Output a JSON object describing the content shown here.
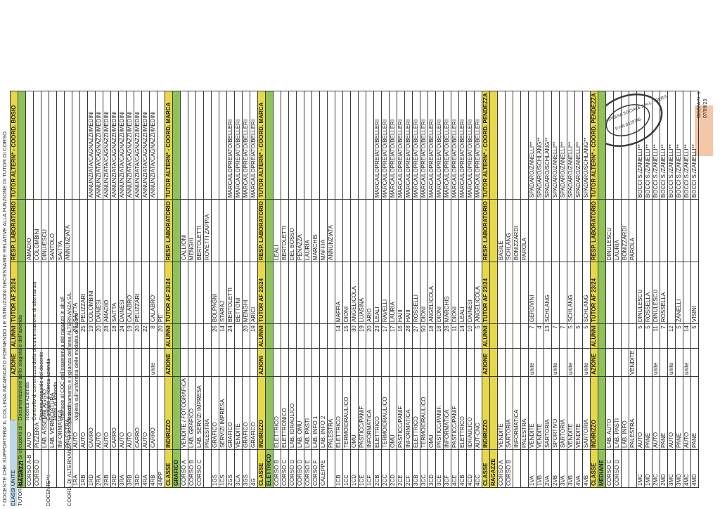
{
  "header": {
    "bozza": "BOZZA N. 1",
    "date": "07/09/23"
  },
  "table": {
    "columns": [
      "CLASSE",
      "INDIRIZZO",
      "AZIONE",
      "ALUNNI",
      "TUTOR AF 23/24",
      "RESP. LABORATORIO",
      "TUTOR ALTERN* - COORD. BOSIO"
    ],
    "rows": [
      {
        "kind": "hdr",
        "cells": [
          "CLASSE",
          "INDIRIZZO",
          "AZIONE",
          "ALUNNI",
          "TUTOR AF 23/24",
          "RESP. LABORATORIO",
          "TUTOR ALTERN* - COORD. BOSIO"
        ]
      },
      {
        "kind": "sec",
        "cells": [
          "RAGAZZI",
          "",
          "",
          "",
          "",
          "",
          ""
        ]
      },
      {
        "kind": "row",
        "cells": [
          "CORSO A-B",
          "AUTO",
          "",
          "",
          "",
          "AMADIO",
          ""
        ]
      },
      {
        "kind": "row",
        "cells": [
          "CORSO D",
          "PIZZERIA",
          "",
          "",
          "",
          "COLOMBINI",
          ""
        ]
      },
      {
        "kind": "row",
        "cells": [
          "",
          "LAB. ASSEMBLAGGIO",
          "",
          "",
          "",
          "DINU/ESCU",
          ""
        ]
      },
      {
        "kind": "row",
        "cells": [
          "",
          "LAB. VERNICIATURA",
          "",
          "",
          "",
          "SANTOLO",
          ""
        ]
      },
      {
        "kind": "row",
        "cells": [
          "",
          "INFORMATICA",
          "",
          "",
          "",
          "SAITTA",
          ""
        ]
      },
      {
        "kind": "row",
        "cells": [
          "",
          "PALESTRA",
          "",
          "",
          "",
          "ANNUNZIATA",
          ""
        ]
      },
      {
        "kind": "row",
        "cells": [
          "1RA",
          "AUTO",
          "",
          "26",
          "SAITTA",
          "",
          ""
        ]
      },
      {
        "kind": "row",
        "cells": [
          "1RB",
          "AUTO",
          "",
          "25",
          "PELIZZARI",
          "",
          ""
        ]
      },
      {
        "kind": "row",
        "cells": [
          "1RD",
          "CARRO",
          "",
          "19",
          "COLOMBINI",
          "",
          "ANNUNZIATA/CAGNAZZI/MEDINI"
        ]
      },
      {
        "kind": "row",
        "cells": [
          "2RA",
          "AUTO",
          "",
          "20",
          "DAINESI",
          "",
          "ANNUNZIATA/CAGNAZZI/MEDINI"
        ]
      },
      {
        "kind": "row",
        "cells": [
          "2RB",
          "AUTO",
          "",
          "28",
          "AMADIO",
          "",
          "ANNUNZIATA/CAGNAZZI/MEDINI"
        ]
      },
      {
        "kind": "row",
        "cells": [
          "2RD",
          "CARRO",
          "",
          "18",
          "SAITTA",
          "",
          "ANNUNZIATA/CAGNAZZI/MEDINI"
        ]
      },
      {
        "kind": "row",
        "cells": [
          "3RA",
          "AUTO",
          "",
          "24",
          "DAINESI",
          "",
          "ANNUNZIATA/CAGNAZZI/MEDINI"
        ]
      },
      {
        "kind": "row",
        "cells": [
          "3RB",
          "AUTO",
          "",
          "19",
          "CALABRO'",
          "",
          "ANNUNZIATA/CAGNAZZI/MEDINI"
        ]
      },
      {
        "kind": "row",
        "cells": [
          "3RD",
          "CARRO",
          "",
          "20",
          "PELIZZARI",
          "",
          "ANNUNZIATA/CAGNAZZI/MEDINI"
        ]
      },
      {
        "kind": "row",
        "cells": [
          "4RA",
          "AUTO",
          "",
          "22",
          "",
          "",
          "ANNUNZIATA/CAGNAZZI/MEDINI"
        ]
      },
      {
        "kind": "row",
        "cells": [
          "4RB",
          "CARRO",
          "unite",
          "8",
          "CALABRO'",
          "",
          "ANNUNZIATA/CAGNAZZI/MEDINI"
        ]
      },
      {
        "kind": "row",
        "cells": [
          "4APP",
          "",
          "",
          "20",
          "PE'",
          "",
          ""
        ]
      },
      {
        "kind": "hdr",
        "cells": [
          "CLASSE",
          "INDIRIZZO",
          "AZIONE",
          "ALUNNI",
          "TUTOR AF 23/24",
          "RESP. LABORATORIO",
          "TUTOR ALTERN* - COORD. MARCA"
        ]
      },
      {
        "kind": "sec",
        "cells": [
          "GRAFICO",
          "",
          "",
          "",
          "",
          "",
          ""
        ]
      },
      {
        "kind": "row",
        "cells": [
          "CORSO A",
          "VENDITE / FOTOGRAFICA",
          "",
          "",
          "",
          "CALLIONI",
          ""
        ]
      },
      {
        "kind": "row",
        "cells": [
          "CORSO B",
          "LAB. GRAFICO",
          "",
          "",
          "",
          "MENGHI",
          ""
        ]
      },
      {
        "kind": "row",
        "cells": [
          "CORSO C",
          "LAB. SERVIZI IMPRESA",
          "",
          "",
          "",
          "BERTOLETTI",
          ""
        ]
      },
      {
        "kind": "row",
        "cells": [
          "",
          "PALESTRA",
          "",
          "",
          "",
          "ROVETTI ZAPPIA",
          ""
        ]
      },
      {
        "kind": "row",
        "cells": [
          "1GS",
          "GRAFICO",
          "",
          "26",
          "BOLPAGNI",
          "",
          ""
        ]
      },
      {
        "kind": "row",
        "cells": [
          "1CS",
          "SERVIZI IMPRESA",
          "",
          "14",
          "STARAJ",
          "",
          ""
        ]
      },
      {
        "kind": "row",
        "cells": [
          "2GS",
          "GRAFICO",
          "",
          "24",
          "BERTOLETTI",
          "",
          "MARCA/LOPREIATO/BELLERI"
        ]
      },
      {
        "kind": "row",
        "cells": [
          "3CA",
          "VENDITE",
          "",
          "",
          "BETTONI",
          "",
          "MARCA/LOPREIATO/BELLERI"
        ]
      },
      {
        "kind": "row",
        "cells": [
          "3GS",
          "GRAFICO",
          "",
          "20",
          "MENGHI",
          "",
          "MARCA/LOPREIATO/BELLERI"
        ]
      },
      {
        "kind": "row",
        "cells": [
          "4G",
          "GRAFICO",
          "",
          "19",
          "ARICI",
          "",
          "MARCA/LOPREIATO/BELLERI"
        ]
      },
      {
        "kind": "hdr",
        "cells": [
          "CLASSE",
          "INDIRIZZO",
          "AZIONI",
          "ALUNNI",
          "TUTOR AF 23/24",
          "RESP. LABORATORIO",
          "TUTOR ALTERN* - COORD. MARCA"
        ]
      },
      {
        "kind": "sec",
        "cells": [
          "ELETTRICO",
          "",
          "",
          "",
          "",
          "",
          ""
        ]
      },
      {
        "kind": "row",
        "cells": [
          "CORSO B",
          "ELETTRICO",
          "",
          "",
          "",
          "LEALI",
          ""
        ]
      },
      {
        "kind": "row",
        "cells": [
          "CORSO C",
          "ELETTRONICO",
          "",
          "",
          "",
          "BERTOLETTI",
          ""
        ]
      },
      {
        "kind": "row",
        "cells": [
          "CORSO D",
          "LAB. IDRAULICO",
          "",
          "",
          "",
          "DEL BOSSO",
          ""
        ]
      },
      {
        "kind": "row",
        "cells": [
          "CORSO D",
          "LAB. OMU",
          "",
          "",
          "",
          "PENAZZA",
          ""
        ]
      },
      {
        "kind": "row",
        "cells": [
          "CORSO E",
          "LAB. PASTI",
          "",
          "",
          "",
          "LAURIA",
          ""
        ]
      },
      {
        "kind": "row",
        "cells": [
          "CORSO F",
          "LAB. INFO 1",
          "",
          "",
          "",
          "MARCHIS",
          ""
        ]
      },
      {
        "kind": "row",
        "cells": [
          "CALEPPE",
          "LAB. INFO 2",
          "",
          "",
          "",
          "MAFFIA",
          ""
        ]
      },
      {
        "kind": "row",
        "cells": [
          "",
          "PALESTRA",
          "",
          "",
          "",
          "ANNUNZIATA",
          ""
        ]
      },
      {
        "kind": "row",
        "cells": [
          "1CB",
          "ELETTRICO",
          "",
          "14",
          "MAFFIA",
          "",
          ""
        ]
      },
      {
        "kind": "row",
        "cells": [
          "1CC",
          "TERMOIDRAULICO",
          "",
          "15",
          "DIONI",
          "",
          ""
        ]
      },
      {
        "kind": "row",
        "cells": [
          "1CD",
          "OMU",
          "",
          "30",
          "ANGELICOLA",
          "",
          ""
        ]
      },
      {
        "kind": "row",
        "cells": [
          "1CE",
          "PASTICC/PANIF.",
          "",
          "19",
          "LUASINA",
          "",
          ""
        ]
      },
      {
        "kind": "row",
        "cells": [
          "1CF",
          "INFORMATICA",
          "",
          "20",
          "ARIO",
          "",
          ""
        ]
      },
      {
        "kind": "row",
        "cells": [
          "2CB",
          "ELETTRICO",
          "",
          "23",
          "LEALI",
          "",
          "MARCA/LOPREIATO/BELLERI"
        ]
      },
      {
        "kind": "row",
        "cells": [
          "2CC",
          "TERMOIDRAULICO",
          "",
          "17",
          "RAVELLI",
          "",
          "MARCA/LOPREIATO/BELLERI"
        ]
      },
      {
        "kind": "row",
        "cells": [
          "2CD",
          "OMU",
          "",
          "17",
          "LAURIA",
          "",
          "MARCA/LOPREIATO/BELLERI"
        ]
      },
      {
        "kind": "row",
        "cells": [
          "2CE",
          "PASTICC/PANIF.",
          "",
          "16",
          "HAIII",
          "",
          "MARCA/LOPREIATO/BELLERI"
        ]
      },
      {
        "kind": "row",
        "cells": [
          "2CF",
          "INFORMATICA",
          "",
          "28",
          "HAIII",
          "",
          "MARCA/LOPREIATO/BELLERI"
        ]
      },
      {
        "kind": "row",
        "cells": [
          "3CB",
          "ELETTRICO",
          "",
          "27",
          "ROSSELLI",
          "",
          "MARCA/LOPREIATO/BELLERI"
        ]
      },
      {
        "kind": "row",
        "cells": [
          "3CC",
          "TERMOIDRAULICO",
          "",
          "50",
          "DIONI",
          "",
          "MARCA/LOPREIATO/BELLERI"
        ]
      },
      {
        "kind": "row",
        "cells": [
          "3CD",
          "OMU",
          "",
          "18",
          "ANGELICOLA",
          "",
          "MARCA/LOPREIATO/BELLERI"
        ]
      },
      {
        "kind": "row",
        "cells": [
          "3CE",
          "PASTICC/PANIF.",
          "",
          "18",
          "DIONI",
          "",
          "MARCA/LOPREIATO/BELLERI"
        ]
      },
      {
        "kind": "row",
        "cells": [
          "3CF",
          "INFORMATICA",
          "",
          "28",
          "MARCHIS",
          "",
          "MARCA/LOPREIATO/BELLERI"
        ]
      },
      {
        "kind": "row",
        "cells": [
          "4CE",
          "PASTICC/PANIF.",
          "",
          "11",
          "DIONI",
          "",
          "MARCA/LOPREIATO/BELLERI"
        ]
      },
      {
        "kind": "row",
        "cells": [
          "4CB",
          "ELETTRICO",
          "",
          "14",
          "LEALI",
          "",
          "MARCA/LOPREIATO/BELLERI"
        ]
      },
      {
        "kind": "row",
        "cells": [
          "4CD",
          "IDRAULICO",
          "",
          "10",
          "DAINESI",
          "",
          "MARCA/LOPREIATO/BELLERI"
        ]
      },
      {
        "kind": "row",
        "cells": [
          "4CC",
          "AUT-CNC",
          "",
          "5",
          "ANGELICOLA",
          "",
          "MARCA/LOPREIATO/BELLERI"
        ]
      },
      {
        "kind": "hdr",
        "cells": [
          "CLASSE",
          "INDIRIZZO",
          "AZIONE",
          "ALUNNI",
          "TUTOR AF 23/24",
          "RESP. LABORATORIO",
          "TUTOR ALTERN* - COORD. PENDEZZA"
        ]
      },
      {
        "kind": "sec yellow",
        "cells": [
          "RAGAZZE",
          "",
          "",
          "",
          "",
          "",
          ""
        ]
      },
      {
        "kind": "row",
        "cells": [
          "CORSO A",
          "VENDITE",
          "",
          "",
          "",
          "BASILE",
          ""
        ]
      },
      {
        "kind": "row",
        "cells": [
          "CORSO B",
          "SARTORIA",
          "",
          "",
          "",
          "SCHLANG",
          ""
        ]
      },
      {
        "kind": "row",
        "cells": [
          "",
          "INFORMATICA",
          "",
          "",
          "",
          "BONIZZARDI",
          ""
        ]
      },
      {
        "kind": "row",
        "cells": [
          "",
          "PALESTRA",
          "",
          "",
          "",
          "PAROLA",
          ""
        ]
      },
      {
        "kind": "row",
        "cells": [
          "1VA",
          "VENDITE",
          "unite",
          "7",
          "GERDVINI",
          "",
          "SPADARO/ZANELLI**"
        ]
      },
      {
        "kind": "row",
        "cells": [
          "1VB",
          "VENDITE",
          "",
          "4",
          "",
          "",
          "SPADARO/SCHLANG**"
        ]
      },
      {
        "kind": "row",
        "cells": [
          "2VA",
          "SARTORIA",
          "",
          "13",
          "SCHLANG",
          "",
          "SPADARO/SCHLANG**"
        ]
      },
      {
        "kind": "row",
        "cells": [
          "2VB",
          "SPORTIVO",
          "unite",
          "7",
          "",
          "",
          "SPADARO/ZANELLI**"
        ]
      },
      {
        "kind": "row",
        "cells": [
          "3VA",
          "SARTORIA",
          "",
          "7",
          "",
          "",
          "SPADARO/ZANELLI**"
        ]
      },
      {
        "kind": "row",
        "cells": [
          "3VB",
          "VENDITE",
          "unite",
          "5",
          "SCHLANG",
          "",
          "SPADARO/ZANELLI**"
        ]
      },
      {
        "kind": "row",
        "cells": [
          "4VA",
          "VENDITE",
          "",
          "5",
          "",
          "",
          "SPADARO/ZANELLI**"
        ]
      },
      {
        "kind": "row",
        "cells": [
          "4VB",
          "SARTORIA",
          "unite",
          "5",
          "SCHLANG",
          "",
          "SPADARO/SCHLANG**"
        ]
      },
      {
        "kind": "hdr",
        "cells": [
          "CLASSE",
          "INDIRIZZO",
          "AZIONE",
          "ALUNNI",
          "TUTOR AF 23/24",
          "RESP. LABORATORIO",
          "TUTOR ALTERN* - COORD. PENDEZZA"
        ]
      },
      {
        "kind": "sec",
        "cells": [
          "MEDIANE",
          "",
          "",
          "",
          "",
          "",
          ""
        ]
      },
      {
        "kind": "row",
        "cells": [
          "CORSO C",
          "LAB. AUTO",
          "",
          "",
          "",
          "DINULESCU",
          ""
        ]
      },
      {
        "kind": "row",
        "cells": [
          "CORSO D",
          "LAB. PASTI",
          "",
          "",
          "",
          "LAURIA",
          ""
        ]
      },
      {
        "kind": "row",
        "cells": [
          "",
          "LAB. INFO",
          "",
          "",
          "",
          "BONIZZARDI",
          ""
        ]
      },
      {
        "kind": "row",
        "cells": [
          "",
          "PALESTRA",
          "VENDITE",
          "",
          "",
          "PAROLA",
          ""
        ]
      },
      {
        "kind": "row",
        "cells": [
          "1MC",
          "AUTO",
          "",
          "5",
          "DINULESCU",
          "",
          "BOCCI S./ZANELLI**"
        ]
      },
      {
        "kind": "row",
        "cells": [
          "1MD",
          "PANE",
          "",
          "5",
          "ROSSELLA",
          "",
          "BOCCI S./ZANELLI**"
        ]
      },
      {
        "kind": "row",
        "cells": [
          "2MC",
          "AUTO",
          "unite",
          "11",
          "DINULESCU",
          "",
          "BOCCI S./ZANELLI**"
        ]
      },
      {
        "kind": "row",
        "cells": [
          "2MD",
          "PANE",
          "",
          "7",
          "ROSSELLA",
          "",
          "BOCCI S./ZANELLI**"
        ]
      },
      {
        "kind": "row",
        "cells": [
          "3MC",
          "AUTO",
          "unite",
          "12",
          "",
          "",
          "BOCCI S./ZANELLI**"
        ]
      },
      {
        "kind": "row",
        "cells": [
          "3MD",
          "PANE",
          "",
          "5",
          "ZANELLI",
          "",
          "BOCCI S./ZANELLI**"
        ]
      },
      {
        "kind": "row",
        "cells": [
          "4MC",
          "AUTO",
          "unite",
          "14",
          "",
          "",
          "BOCCI S./ZANELLI**"
        ]
      },
      {
        "kind": "row",
        "cells": [
          "4MD",
          "PANE",
          "",
          "5",
          "VISINI",
          "",
          "BOCCI S./ZANELLI**"
        ]
      }
    ]
  },
  "notes": {
    "intro": "* DOCENTE CHE SUPPORTERA' IL COLLEGA INCARICATO FORNENDO LE ISTRUZIONI NECESSARIE RELATIVE ALLA FUNZIONE DI TUTOR DI CORSO",
    "lines": [
      {
        "key": "CLASSI UNITE",
        "value": "",
        "highlight": true
      },
      {
        "key": "TUTOR ALTERN.** Si occuperà di :",
        "value": "Documentazione dello stagista e dell'azienda"
      },
      {
        "key": "",
        "value": "Ricerca Azienda"
      },
      {
        "key": "",
        "value": "Controllo di correttezza della documentazione di alternanza"
      },
      {
        "key": "",
        "value": "Stesura manuale del docente"
      },
      {
        "key": "DOCENTE**:",
        "value": "Contatto e ricerca azienda"
      },
      {
        "key": "",
        "value": "Visita in azienda"
      },
      {
        "key": "",
        "value": "Riferisce al COC dell'esperienza del ragazzo in alt s/l"
      },
      {
        "key": "COORD. DI ALTERNANZA: Si occuperà di:",
        "value": "Coordinamento e vigilanza dell'area ALTERNANZA S/L"
      },
      {
        "key": "",
        "value": "Vigilerà sull'uniformità delle modalità di azione"
      }
    ]
  },
  "stamp": {
    "text": "IMPRESA SOCIALE S.R.L. - BERGAMO",
    "inner": "P.IVA 0329745"
  }
}
